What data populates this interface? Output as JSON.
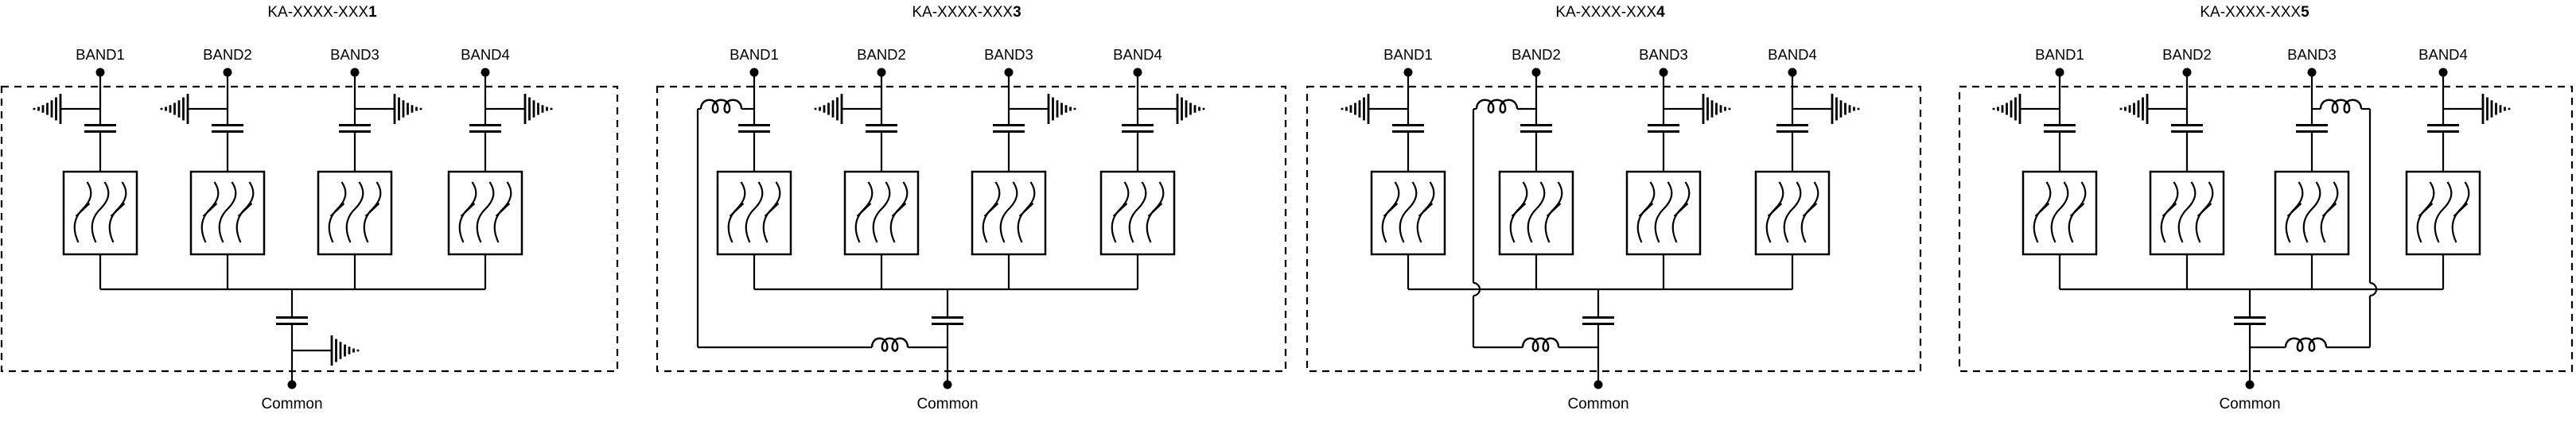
{
  "page": {
    "background": "#ffffff",
    "ink": "#000000"
  },
  "diagrams": [
    {
      "title": {
        "prefix": "KA-XXXX-XXX",
        "variant": "1"
      },
      "bands": [
        {
          "label": "BAND1",
          "input_shunt": "ground-left"
        },
        {
          "label": "BAND2",
          "input_shunt": "ground-left"
        },
        {
          "label": "BAND3",
          "input_shunt": "ground-right"
        },
        {
          "label": "BAND4",
          "input_shunt": "ground-right"
        }
      ],
      "band_path": [
        "series-capacitor",
        "saw-filter"
      ],
      "common": {
        "label": "Common",
        "series": "capacitor",
        "shunt": "ground-right"
      },
      "coupling_inductor": null
    },
    {
      "title": {
        "prefix": "KA-XXXX-XXX",
        "variant": "3"
      },
      "bands": [
        {
          "label": "BAND1",
          "input_shunt": "inductor-to-common"
        },
        {
          "label": "BAND2",
          "input_shunt": "ground-left"
        },
        {
          "label": "BAND3",
          "input_shunt": "ground-right"
        },
        {
          "label": "BAND4",
          "input_shunt": "ground-right"
        }
      ],
      "band_path": [
        "series-capacitor",
        "saw-filter"
      ],
      "common": {
        "label": "Common",
        "series": "capacitor",
        "shunt": "inductor-to-band"
      },
      "coupling_inductor": {
        "band": "BAND1",
        "side": "left",
        "inductor_count": 2,
        "crosses_bus": false
      }
    },
    {
      "title": {
        "prefix": "KA-XXXX-XXX",
        "variant": "4"
      },
      "bands": [
        {
          "label": "BAND1",
          "input_shunt": "ground-left"
        },
        {
          "label": "BAND2",
          "input_shunt": "inductor-to-common"
        },
        {
          "label": "BAND3",
          "input_shunt": "ground-right"
        },
        {
          "label": "BAND4",
          "input_shunt": "ground-right"
        }
      ],
      "band_path": [
        "series-capacitor",
        "saw-filter"
      ],
      "common": {
        "label": "Common",
        "series": "capacitor",
        "shunt": "inductor-to-band"
      },
      "coupling_inductor": {
        "band": "BAND2",
        "side": "left",
        "inductor_count": 2,
        "crosses_bus": true
      }
    },
    {
      "title": {
        "prefix": "KA-XXXX-XXX",
        "variant": "5"
      },
      "bands": [
        {
          "label": "BAND1",
          "input_shunt": "ground-left"
        },
        {
          "label": "BAND2",
          "input_shunt": "ground-left"
        },
        {
          "label": "BAND3",
          "input_shunt": "inductor-to-common"
        },
        {
          "label": "BAND4",
          "input_shunt": "ground-right"
        }
      ],
      "band_path": [
        "series-capacitor",
        "saw-filter"
      ],
      "common": {
        "label": "Common",
        "series": "capacitor",
        "shunt": "inductor-to-band"
      },
      "coupling_inductor": {
        "band": "BAND3",
        "side": "right",
        "inductor_count": 2,
        "crosses_bus": true
      }
    }
  ]
}
